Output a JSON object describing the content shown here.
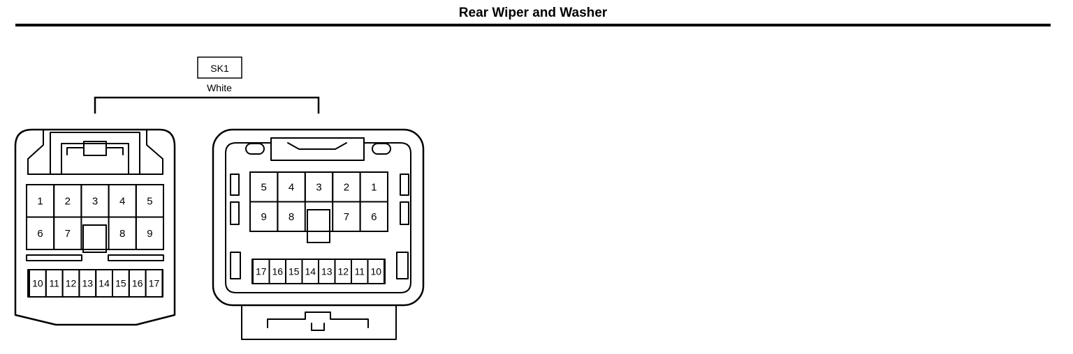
{
  "title": "Rear Wiper and Washer",
  "connector": {
    "code": "SK1",
    "color": "White"
  },
  "left_view": {
    "upper_row": [
      "1",
      "2",
      "3",
      "4",
      "5"
    ],
    "middle_row": [
      "6",
      "7",
      "",
      "8",
      "9"
    ],
    "lower_row": [
      "10",
      "11",
      "12",
      "13",
      "14",
      "15",
      "16",
      "17"
    ]
  },
  "right_view": {
    "upper_row": [
      "5",
      "4",
      "3",
      "2",
      "1"
    ],
    "middle_row": [
      "9",
      "8",
      "",
      "7",
      "6"
    ],
    "lower_row": [
      "17",
      "16",
      "15",
      "14",
      "13",
      "12",
      "11",
      "10"
    ]
  }
}
